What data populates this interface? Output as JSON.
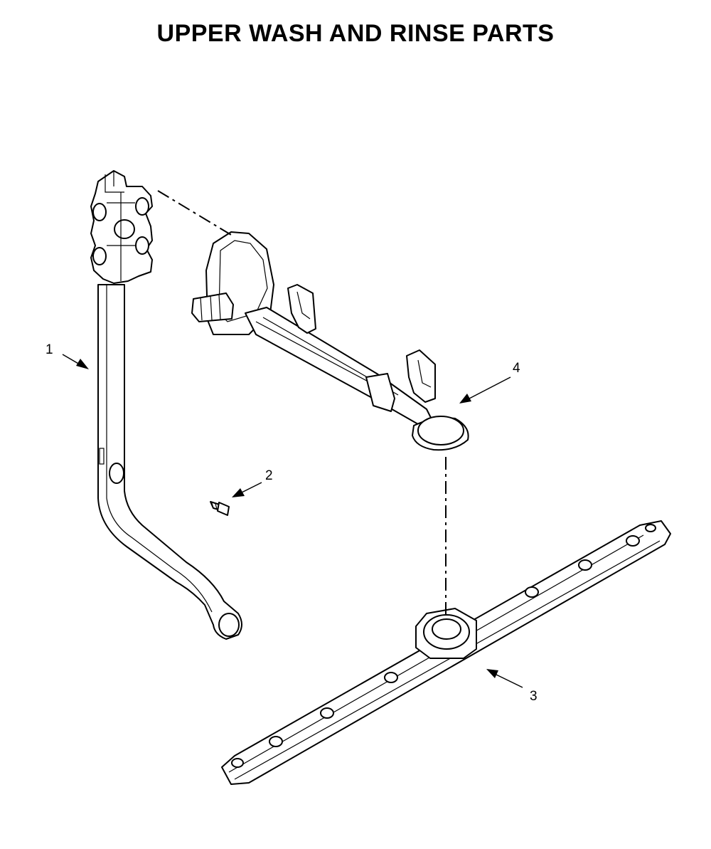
{
  "title": "UPPER WASH AND RINSE PARTS",
  "callouts": [
    {
      "id": "1",
      "label": "1",
      "part": "wash-tube"
    },
    {
      "id": "2",
      "label": "2",
      "part": "screw"
    },
    {
      "id": "3",
      "label": "3",
      "part": "lower-spray-arm"
    },
    {
      "id": "4",
      "label": "4",
      "part": "upper-spray-arm-manifold"
    }
  ],
  "colors": {
    "line": "#000000",
    "background": "#ffffff"
  }
}
